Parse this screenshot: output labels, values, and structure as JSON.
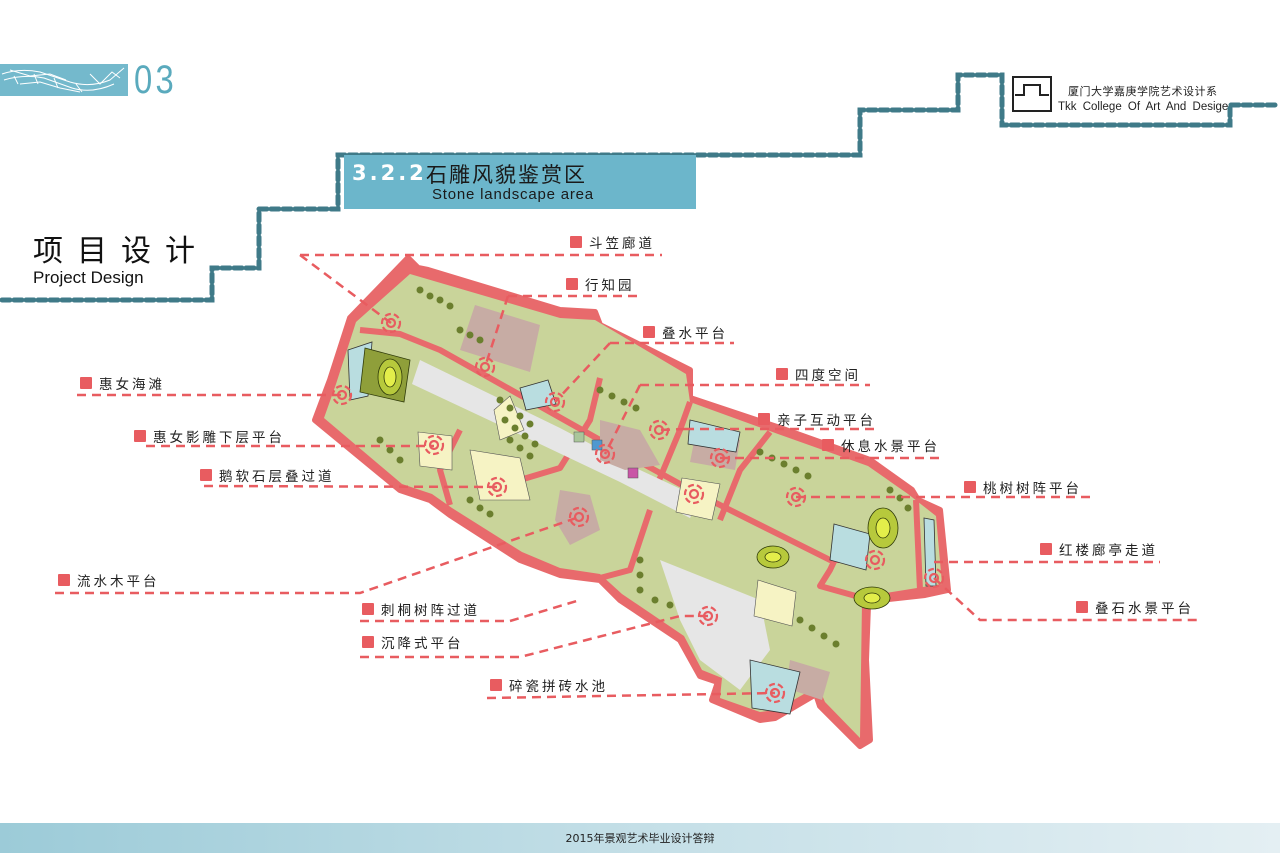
{
  "header": {
    "chapter_number": "03",
    "school_cn": "厦门大学嘉庚学院艺术设计系",
    "school_en": "Tkk College Of Art And Desige"
  },
  "section": {
    "number": "3.2.2",
    "title_cn": "石雕风貌鉴赏区",
    "title_en": "Stone landscape area"
  },
  "page_title": {
    "cn": "项目设计",
    "en": "Project Design"
  },
  "colors": {
    "accent_blue": "#6cb6cb",
    "dashed_path": "#3f7a88",
    "label_red": "#e85c60",
    "boundary_red": "#e86a6c",
    "lawn": "#c9d49a",
    "tree": "#6b7f2e",
    "water": "#b9dde0",
    "paving": "#c7aca4",
    "plaza": "#e6e6e6",
    "sand": "#f6f3c4"
  },
  "map_labels": {
    "left": [
      {
        "text": "惠女海滩"
      },
      {
        "text": "惠女影雕下层平台"
      },
      {
        "text": "鹅软石层叠过道"
      },
      {
        "text": "流水木平台"
      },
      {
        "text": "刺桐树阵过道"
      },
      {
        "text": "沉降式平台"
      },
      {
        "text": "碎瓷拼砖水池"
      }
    ],
    "top": [
      {
        "text": "斗笠廊道"
      },
      {
        "text": "行知园"
      },
      {
        "text": "叠水平台"
      },
      {
        "text": "四度空间"
      }
    ],
    "right": [
      {
        "text": "亲子互动平台"
      },
      {
        "text": "休息水景平台"
      },
      {
        "text": "桃树树阵平台"
      },
      {
        "text": "红楼廊亭走道"
      },
      {
        "text": "叠石水景平台"
      }
    ]
  },
  "footer": {
    "text": "2015年景观艺术毕业设计答辩"
  }
}
